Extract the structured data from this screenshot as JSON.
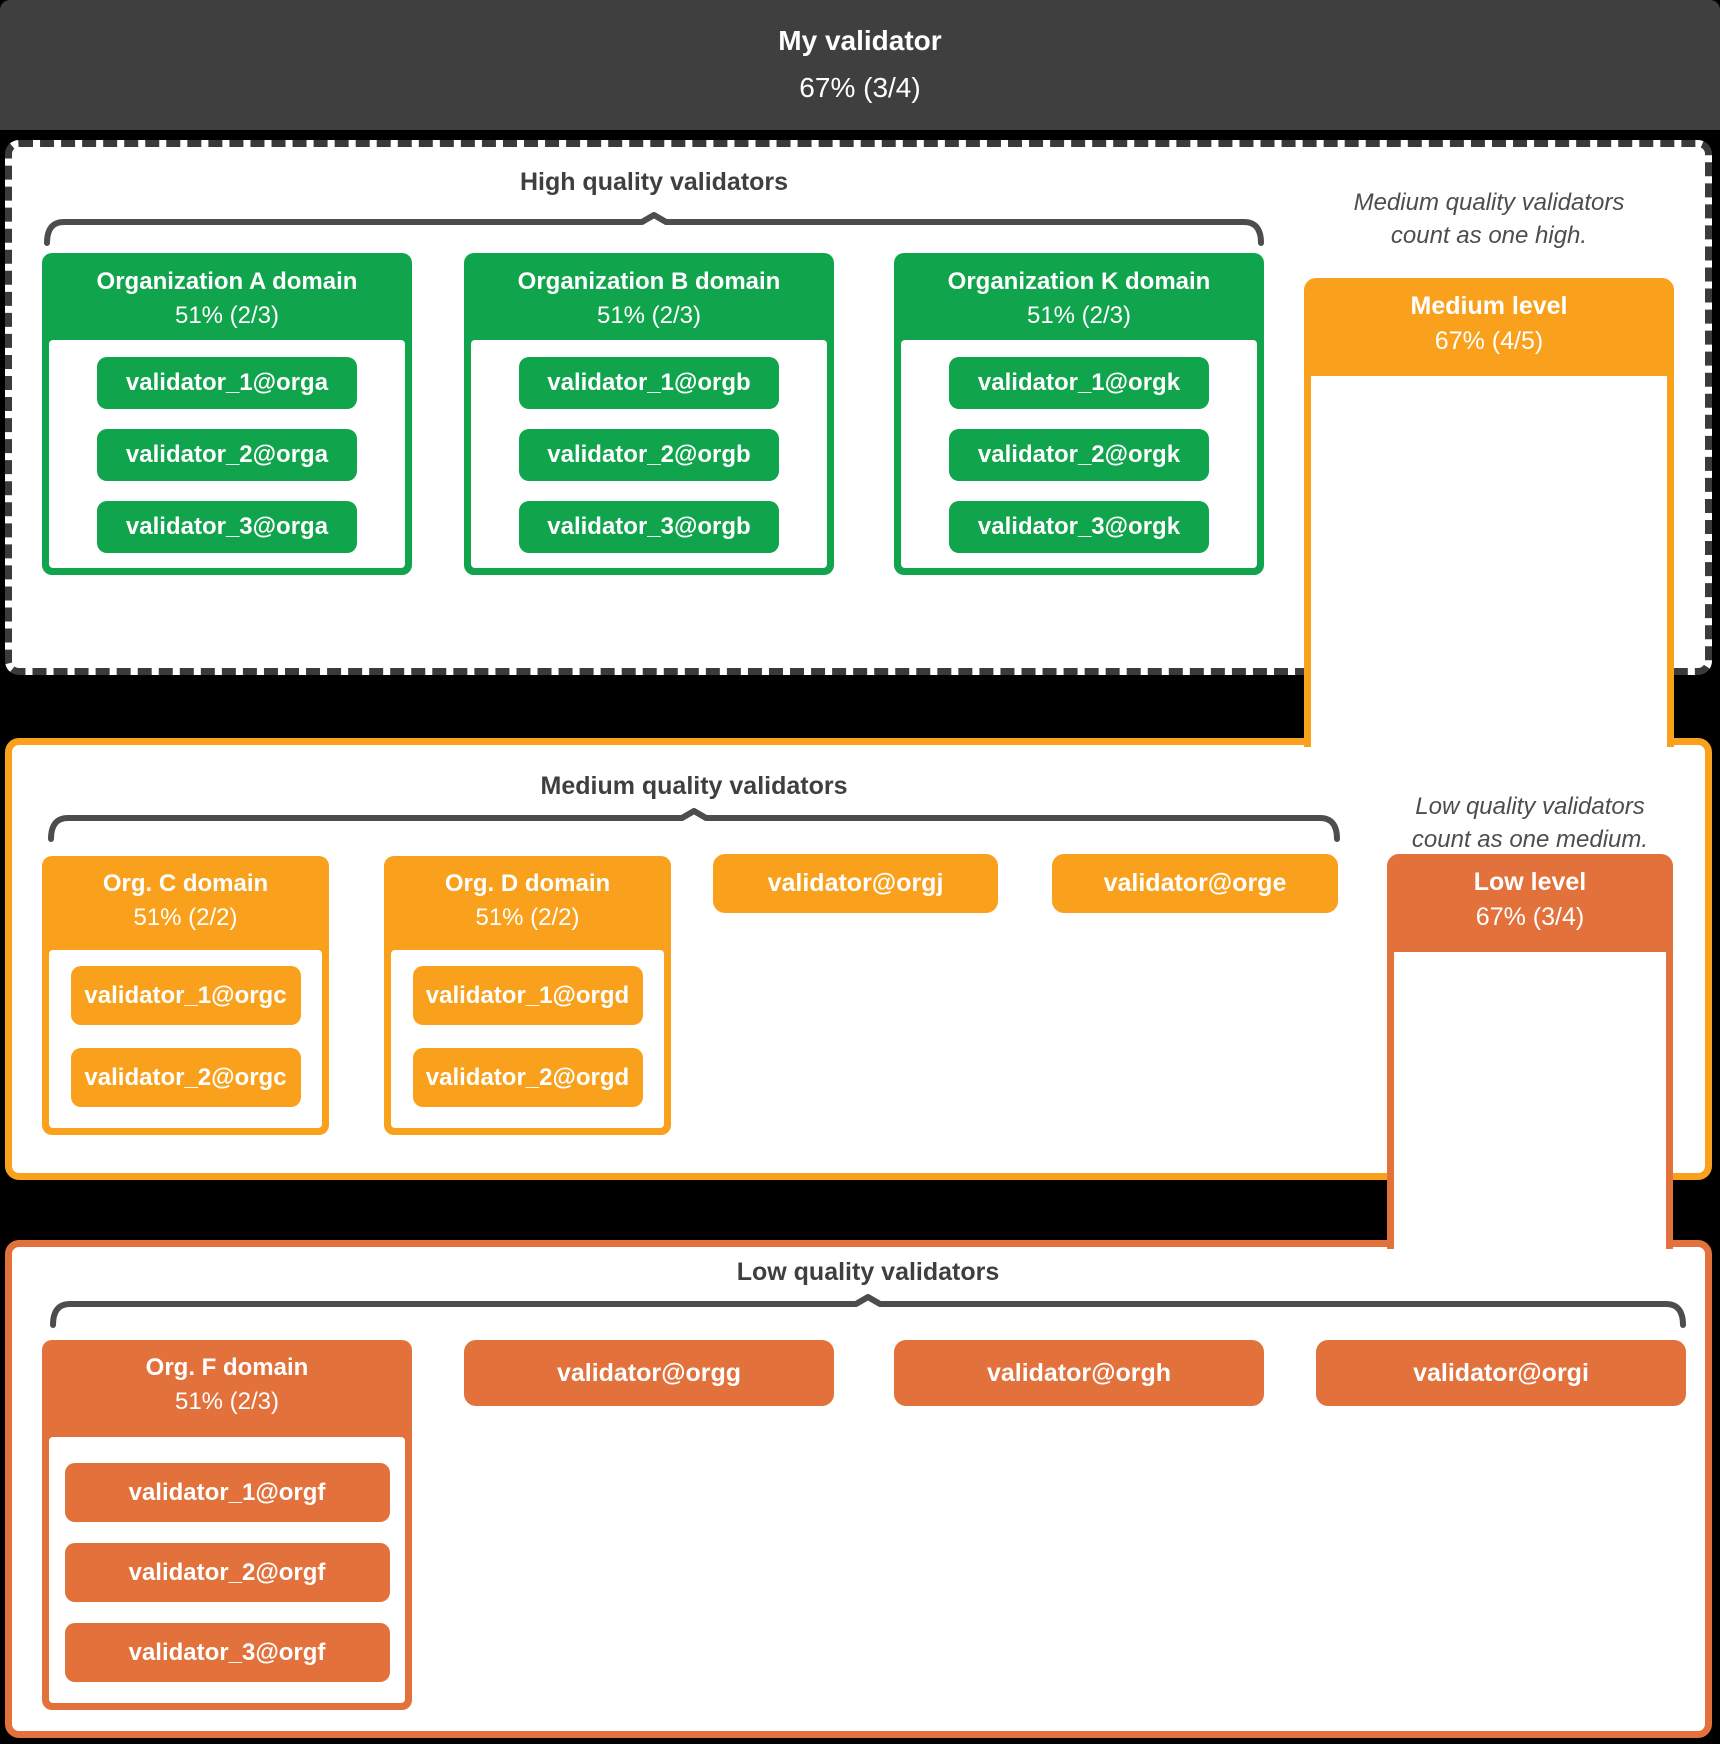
{
  "root": {
    "title": "My validator",
    "quorum": "67% (3/4)"
  },
  "high": {
    "label": "High quality validators",
    "note_line1": "Medium quality validators",
    "note_line2": "count as one high.",
    "level": {
      "title": "Medium level",
      "quorum": "67% (4/5)"
    },
    "orgs": [
      {
        "title": "Organization A domain",
        "quorum": "51% (2/3)",
        "validators": [
          "validator_1@orga",
          "validator_2@orga",
          "validator_3@orga"
        ]
      },
      {
        "title": "Organization B domain",
        "quorum": "51% (2/3)",
        "validators": [
          "validator_1@orgb",
          "validator_2@orgb",
          "validator_3@orgb"
        ]
      },
      {
        "title": "Organization K domain",
        "quorum": "51% (2/3)",
        "validators": [
          "validator_1@orgk",
          "validator_2@orgk",
          "validator_3@orgk"
        ]
      }
    ]
  },
  "medium": {
    "label": "Medium quality validators",
    "note_line1": "Low quality validators",
    "note_line2": "count as one medium.",
    "level": {
      "title": "Low level",
      "quorum": "67% (3/4)"
    },
    "orgs": [
      {
        "title": "Org. C domain",
        "quorum": "51% (2/2)",
        "validators": [
          "validator_1@orgc",
          "validator_2@orgc"
        ]
      },
      {
        "title": "Org. D domain",
        "quorum": "51% (2/2)",
        "validators": [
          "validator_1@orgd",
          "validator_2@orgd"
        ]
      }
    ],
    "singles": [
      "validator@orgj",
      "validator@orge"
    ]
  },
  "low": {
    "label": "Low quality validators",
    "orgs": [
      {
        "title": "Org. F domain",
        "quorum": "51% (2/3)",
        "validators": [
          "validator_1@orgf",
          "validator_2@orgf",
          "validator_3@orgf"
        ]
      }
    ],
    "singles": [
      "validator@orgg",
      "validator@orgh",
      "validator@orgi"
    ]
  },
  "colors": {
    "header_bg": "#3F3F3F",
    "high_green": "#10A44D",
    "medium_orange": "#F9A11D",
    "low_orange_red": "#E2713C",
    "brace_gray": "#4D4D4D",
    "section_bg": "#FFFFFF"
  }
}
